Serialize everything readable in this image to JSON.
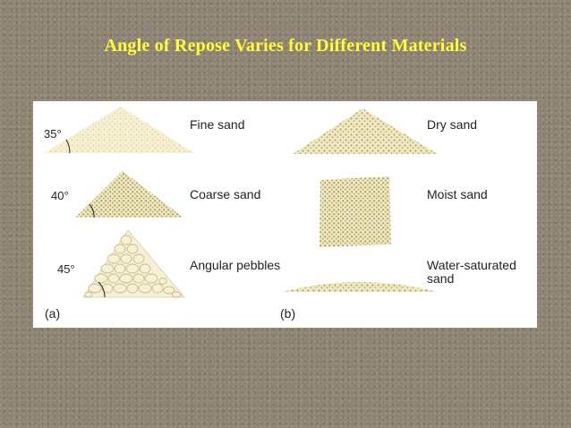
{
  "slide": {
    "title": "Angle of Repose Varies for Different Materials"
  },
  "figure": {
    "panel_a": {
      "label": "(a)",
      "rows": [
        {
          "angle": "35°",
          "material": "Fine sand"
        },
        {
          "angle": "40°",
          "material": "Coarse sand"
        },
        {
          "angle": "45°",
          "material": "Angular pebbles"
        }
      ]
    },
    "panel_b": {
      "label": "(b)",
      "rows": [
        {
          "material": "Dry sand"
        },
        {
          "material": "Moist sand"
        },
        {
          "material": "Water-saturated sand"
        }
      ]
    }
  },
  "colors": {
    "title": "#ffff33",
    "background": "#8f8474",
    "panel": "#ffffff",
    "sand_fill": "#f3ecc4",
    "grain": "#a49a62",
    "pebble_fill": "#f6f0d4",
    "pebble_stroke": "#c9bd8e"
  }
}
